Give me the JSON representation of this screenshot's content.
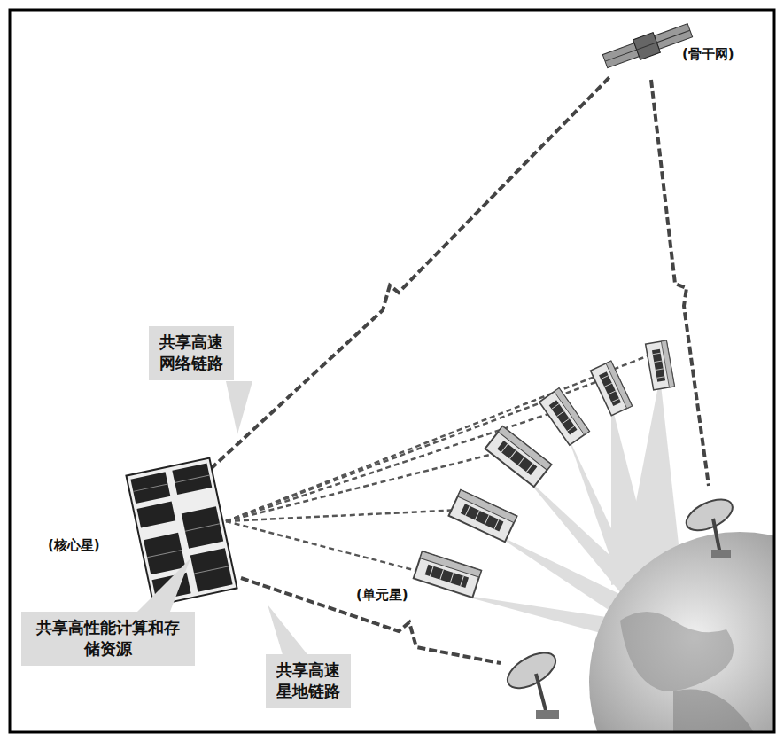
{
  "diagram": {
    "nodes": [
      {
        "text": [
          "共享高速网络链路"
        ]
      },
      {
        "text": [
          "共享高性能计算和存储资源"
        ]
      },
      {
        "text": [
          "共享高速星地链路"
        ]
      }
    ],
    "labels": [
      "(骨干网)",
      "(核心星)",
      "(单元星)"
    ]
  }
}
